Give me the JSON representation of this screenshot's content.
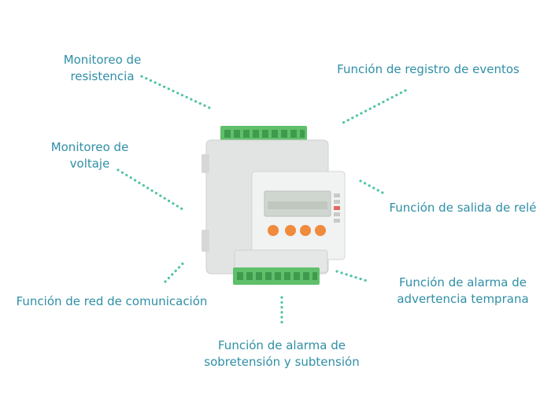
{
  "labels": {
    "resistance": {
      "line1": "Monitoreo de",
      "line2": "resistencia"
    },
    "voltage": {
      "line1": "Monitoreo de",
      "line2": "voltaje"
    },
    "comm": {
      "line1": "Función de red de comunicación"
    },
    "event_log": {
      "line1": "Función de registro de eventos"
    },
    "relay": {
      "line1": "Función de salida de relé"
    },
    "early_warning": {
      "line1": "Función de alarma de",
      "line2": "advertencia temprana"
    },
    "over_under_voltage": {
      "line1": "Función de alarma de",
      "line2": "sobretensión y subtensión"
    }
  },
  "colors": {
    "label_text": "#2f8fa6",
    "dot": "#4fc3a8",
    "terminal": "#5fbf6a",
    "button": "#f08a3c",
    "lcd": "#cfd6cf",
    "housing": "#e9eaea"
  },
  "icons": [
    "meter-device-icon"
  ]
}
